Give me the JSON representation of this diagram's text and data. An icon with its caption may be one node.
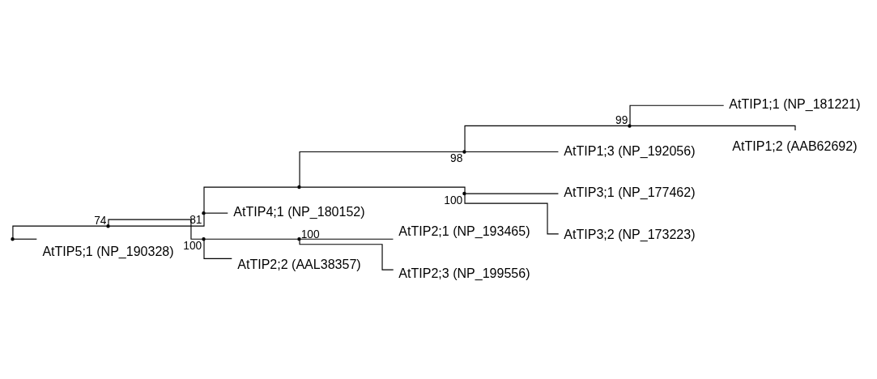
{
  "diagram": {
    "nodes": [
      {
        "text": [],
        "shape": "point"
      },
      {
        "text": [],
        "shape": "point",
        "beside": [
          "74"
        ]
      },
      {
        "text": [],
        "shape": "point",
        "beside": [
          "81"
        ]
      },
      {
        "text": [],
        "shape": "point"
      },
      {
        "text": [],
        "shape": "point",
        "beside": [
          "98"
        ]
      },
      {
        "text": [],
        "shape": "point",
        "beside": [
          "99"
        ]
      },
      {
        "text": [
          "AtTIP1;1 (NP_181221)"
        ]
      },
      {
        "text": [
          "AtTIP1;2 (AAB62692)"
        ]
      },
      {
        "text": [
          "AtTIP1;3 (NP_192056)"
        ]
      },
      {
        "text": [],
        "shape": "point",
        "beside": [
          "100"
        ]
      },
      {
        "text": [
          "AtTIP3;1 (NP_177462)"
        ]
      },
      {
        "text": [
          "AtTIP3;2 (NP_173223)"
        ]
      },
      {
        "text": [
          "AtTIP4;1 (NP_180152)"
        ]
      },
      {
        "text": [],
        "shape": "point",
        "beside": [
          "100"
        ]
      },
      {
        "text": [],
        "shape": "point",
        "beside": [
          "100"
        ]
      },
      {
        "text": [
          "AtTIP2;1 (NP_193465)"
        ]
      },
      {
        "text": [
          "AtTIP2;3 (NP_199556)"
        ]
      },
      {
        "text": [
          "AtTIP2;2 (AAL38357)"
        ]
      },
      {
        "text": [
          "AtTIP5;1 (NP_190328)"
        ]
      }
    ],
    "edges": [
      {
        "from": 0,
        "to": 1,
        "arrow": "none"
      },
      {
        "from": 1,
        "to": 2,
        "arrow": "none"
      },
      {
        "from": 2,
        "to": 3,
        "arrow": "none"
      },
      {
        "from": 3,
        "to": 4,
        "arrow": "none"
      },
      {
        "from": 4,
        "to": 5,
        "arrow": "none"
      },
      {
        "from": 5,
        "to": 6,
        "arrow": "none"
      },
      {
        "from": 5,
        "to": 7,
        "arrow": "none"
      },
      {
        "from": 4,
        "to": 8,
        "arrow": "none"
      },
      {
        "from": 3,
        "to": 9,
        "arrow": "none"
      },
      {
        "from": 9,
        "to": 10,
        "arrow": "none"
      },
      {
        "from": 9,
        "to": 11,
        "arrow": "none"
      },
      {
        "from": 2,
        "to": 12,
        "arrow": "none"
      },
      {
        "from": 1,
        "to": 13,
        "arrow": "none"
      },
      {
        "from": 13,
        "to": 14,
        "arrow": "none"
      },
      {
        "from": 14,
        "to": 15,
        "arrow": "none"
      },
      {
        "from": 14,
        "to": 16,
        "arrow": "none"
      },
      {
        "from": 13,
        "to": 17,
        "arrow": "none"
      },
      {
        "from": 0,
        "to": 18,
        "arrow": "none"
      }
    ]
  }
}
